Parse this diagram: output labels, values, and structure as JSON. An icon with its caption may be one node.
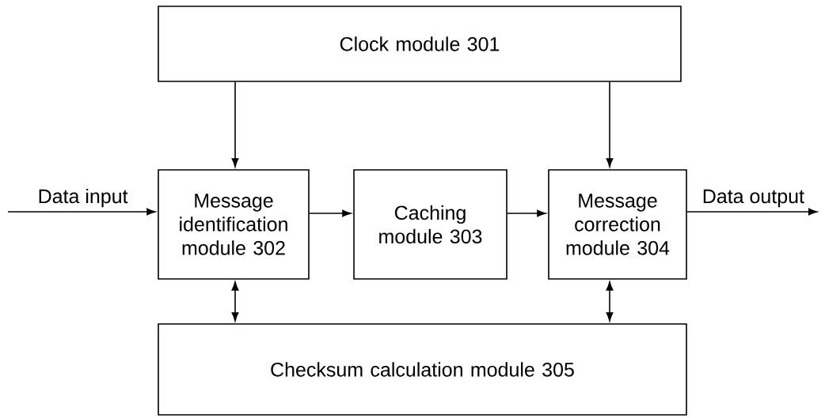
{
  "diagram": {
    "nodes": [
      {
        "text": [
          "Clock module 301"
        ]
      },
      {
        "text": [
          "Message identification module 302"
        ]
      },
      {
        "text": [
          "Caching module 303"
        ]
      },
      {
        "text": [
          "Message correction module 304"
        ]
      },
      {
        "text": [
          "Checksum calculation module 305"
        ]
      }
    ],
    "edges": [
      {
        "from": 0,
        "to": 1,
        "arrow": "to"
      },
      {
        "from": 0,
        "to": 3,
        "arrow": "to"
      },
      {
        "from": 1,
        "to": 2,
        "arrow": "to"
      },
      {
        "from": 2,
        "to": 3,
        "arrow": "to"
      },
      {
        "from": 1,
        "to": 4,
        "arrow": "both"
      },
      {
        "from": 3,
        "to": 4,
        "arrow": "both"
      },
      {
        "from": null,
        "to": 1,
        "arrow": "to",
        "label": "Data input"
      },
      {
        "from": 3,
        "to": null,
        "arrow": "to",
        "label": "Data output"
      }
    ]
  }
}
